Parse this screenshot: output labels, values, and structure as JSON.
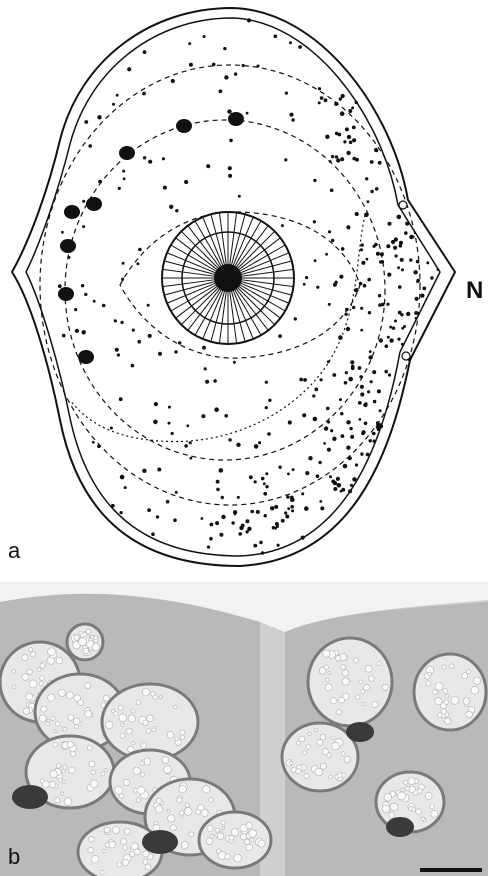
{
  "figure": {
    "panel_a_label": "a",
    "panel_b_label": "b",
    "marker_label": "N"
  },
  "colors": {
    "line": "#111111",
    "dot": "#111111",
    "micrograph_background": "#cfcfcf",
    "micrograph_tissue": "#b9b9b9",
    "micrograph_cell": "#e6e6e6",
    "micrograph_dark": "#3a3a3a"
  }
}
